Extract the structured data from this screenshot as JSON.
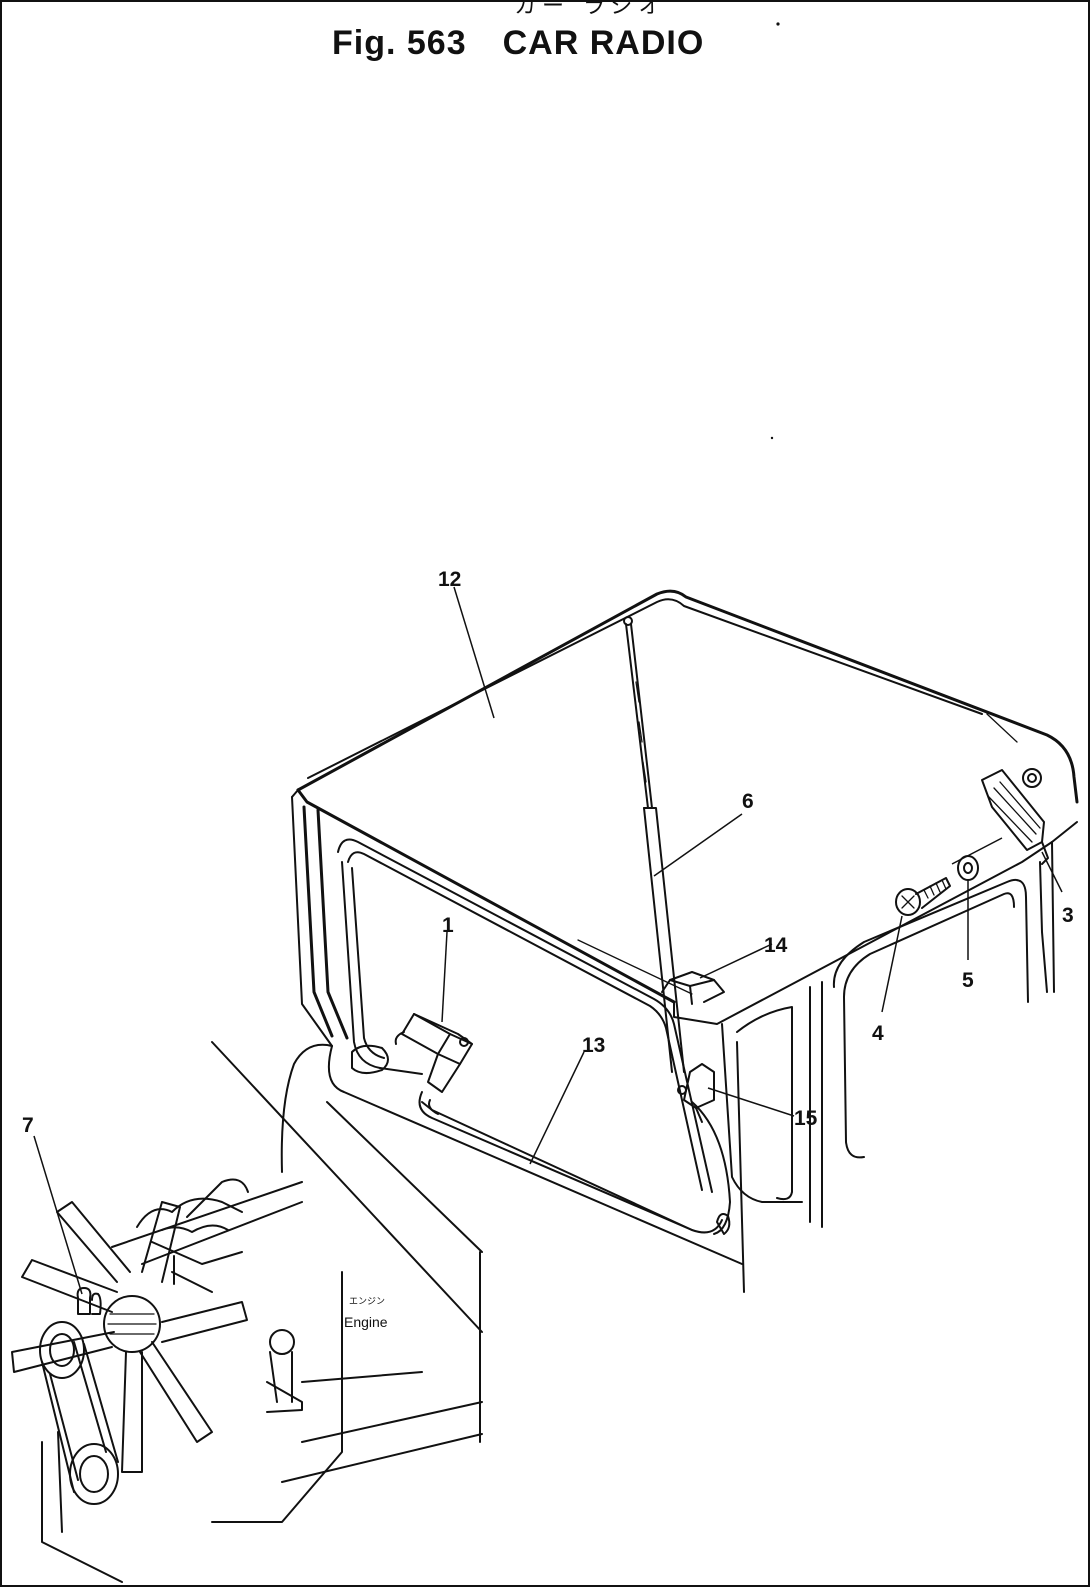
{
  "header": {
    "title_jp": "カー ラジオ",
    "fig_label": "Fig. 563",
    "title": "CAR RADIO"
  },
  "engine_label": {
    "jp": "エンジン",
    "en": "Engine"
  },
  "callouts": [
    "12",
    "6",
    "3",
    "5",
    "4",
    "14",
    "1",
    "13",
    "15",
    "7"
  ]
}
